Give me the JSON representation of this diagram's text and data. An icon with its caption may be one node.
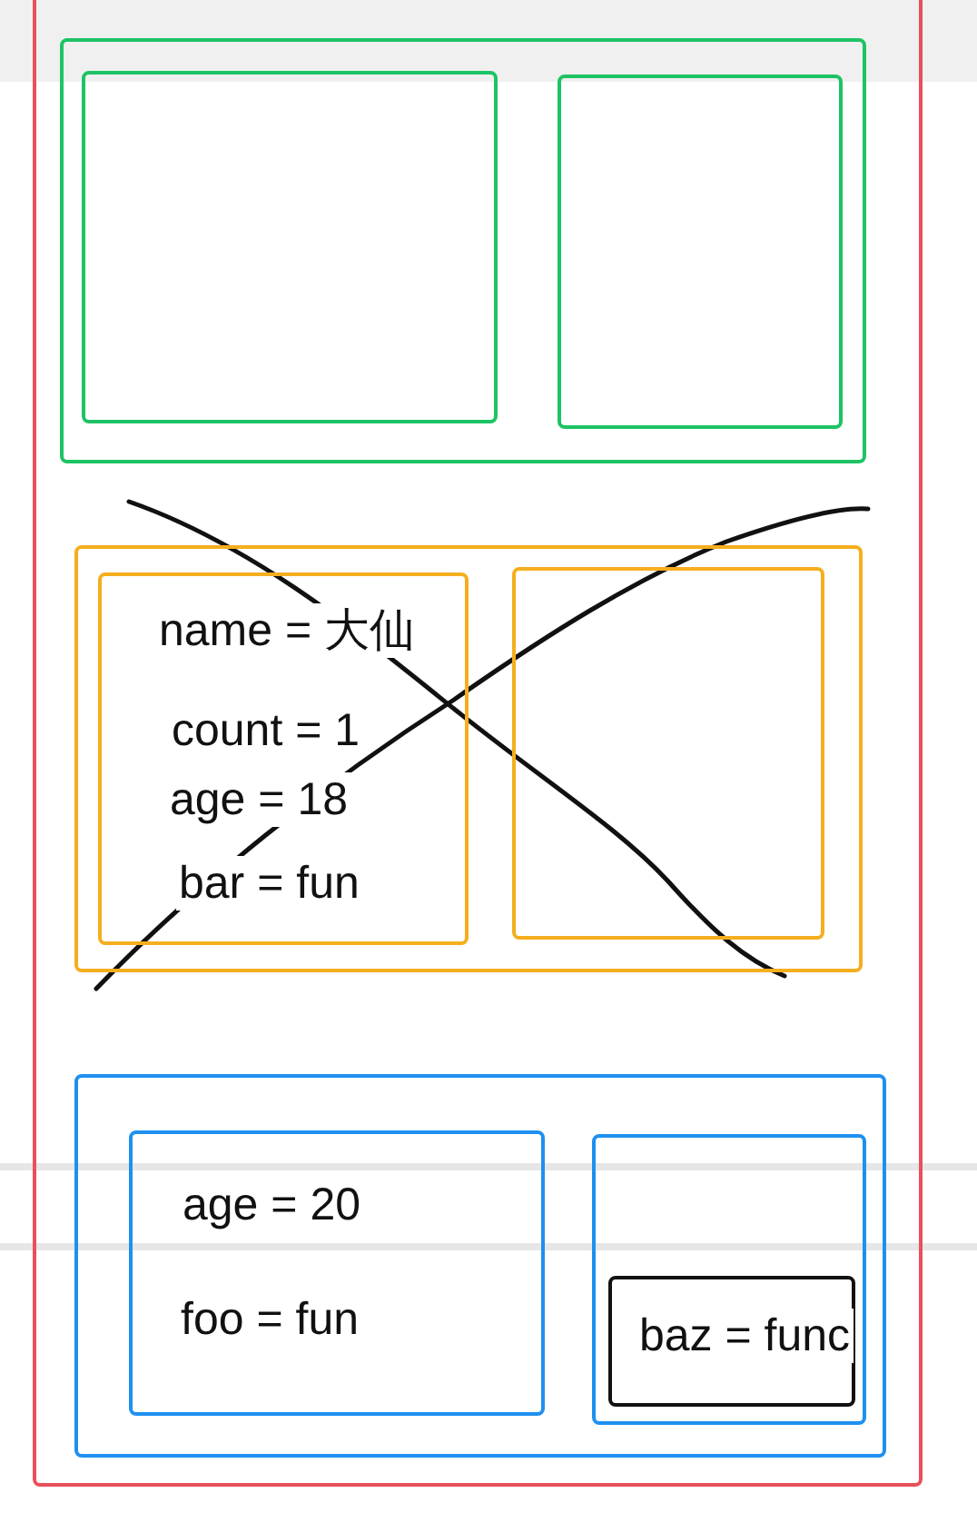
{
  "diagram": {
    "nodes": [
      {
        "text": [],
        "shape": "box"
      },
      {
        "text": [],
        "shape": "box",
        "in": 0
      },
      {
        "text": [],
        "shape": "box",
        "in": 1
      },
      {
        "text": [],
        "shape": "box",
        "in": 1
      },
      {
        "text": [],
        "shape": "box",
        "in": 0
      },
      {
        "text": [
          "name = 大仙",
          "count = 1",
          "age = 18",
          "bar = fun"
        ],
        "in": 4
      },
      {
        "text": [],
        "shape": "box",
        "in": 4
      },
      {
        "text": [],
        "shape": "box",
        "in": 0
      },
      {
        "text": [
          "age = 20",
          "foo = fun"
        ],
        "in": 7
      },
      {
        "text": [],
        "shape": "box",
        "in": 7
      },
      {
        "text": [
          "baz = func"
        ],
        "in": 9
      }
    ]
  }
}
